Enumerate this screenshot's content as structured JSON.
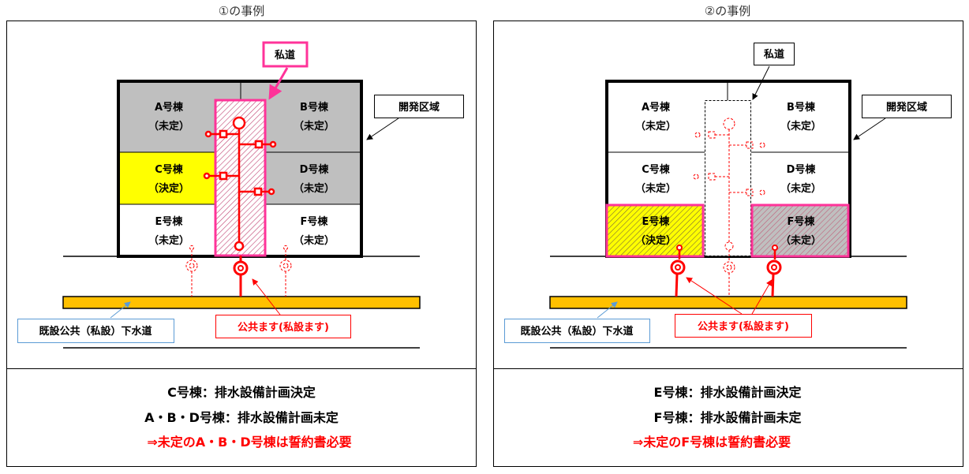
{
  "colors": {
    "pink": "#ff3399",
    "red": "#ff0000",
    "yellow": "#ffff00",
    "gray": "#bfbfbf",
    "sewer": "#ffc000"
  },
  "left": {
    "title": "①の事例",
    "private_road": "私道",
    "dev_area": "開発区域",
    "sewer": "既設公共（私設）下水道",
    "manhole": "公共ます(私設ます)",
    "buildings": [
      {
        "name": "A号棟",
        "status": "（未定）"
      },
      {
        "name": "B号棟",
        "status": "（未定）"
      },
      {
        "name": "C号棟",
        "status": "（決定）"
      },
      {
        "name": "D号棟",
        "status": "（未定）"
      },
      {
        "name": "E号棟",
        "status": "（未定）"
      },
      {
        "name": "F号棟",
        "status": "（未定）"
      }
    ],
    "summary": [
      "C号棟：排水設備計画決定",
      "A・B・D号棟：排水設備計画未定",
      "⇒未定のA・B・D号棟は誓約書必要"
    ]
  },
  "right": {
    "title": "②の事例",
    "private_road": "私道",
    "dev_area": "開発区域",
    "sewer": "既設公共（私設）下水道",
    "manhole": "公共ます(私設ます)",
    "buildings": [
      {
        "name": "A号棟",
        "status": "（未定）"
      },
      {
        "name": "B号棟",
        "status": "（未定）"
      },
      {
        "name": "C号棟",
        "status": "（未定）"
      },
      {
        "name": "D号棟",
        "status": "（未定）"
      },
      {
        "name": "E号棟",
        "status": "（決定）"
      },
      {
        "name": "F号棟",
        "status": "（未定）"
      }
    ],
    "summary": [
      "E号棟：排水設備計画決定",
      "F号棟：排水設備計画未定",
      "⇒未定のF号棟は誓約書必要"
    ]
  }
}
